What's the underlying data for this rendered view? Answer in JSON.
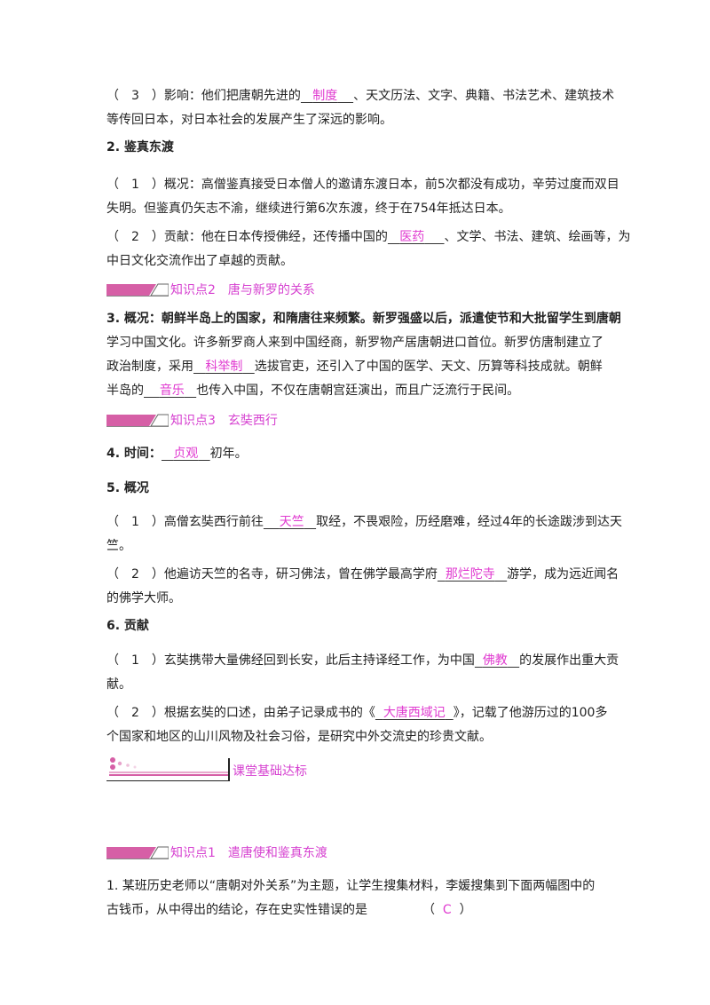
{
  "items": {
    "p1": {
      "pre": "（　3　）影响：他们把唐朝先进的",
      "ans": "制度",
      "post": "、天文历法、文字、典籍、书法艺术、建筑技术",
      "line2": "等传回日本，对日本社会的发展产生了深远的影响。"
    },
    "h2": "2. 鉴真东渡",
    "p2a": {
      "line1": "（　1　）概况：高僧鉴真接受日本僧人的邀请东渡日本，前5次都没有成功，辛劳过度而双目",
      "line2": "失明。但鉴真仍矢志不渝，继续进行第6次东渡，终于在754年抵达日本。"
    },
    "p2b": {
      "pre": "（　2　）贡献：他在日本传授佛经，还传播中国的",
      "ans": "医药",
      "post": "、文学、书法、建筑、绘画等，为",
      "line2": "中日文化交流作出了卓越的贡献。"
    },
    "kp2": {
      "num": "知识点2",
      "title": "唐与新罗的关系"
    },
    "p3": {
      "line1": "3. 概况：朝鲜半岛上的国家，和隋唐往来频繁。新罗强盛以后，派遣使节和大批留学生到唐朝",
      "line2": "学习中国文化。许多新罗商人来到中国经商，新罗物产居唐朝进口首位。新罗仿唐制建立了",
      "l3pre": "政治制度，采用",
      "ans1": "科举制",
      "l3post": "选拔官吏，还引入了中国的医学、天文、历算等科技成就。朝鲜",
      "l4pre": "半岛的",
      "ans2": "音乐",
      "l4post": "也传入中国，不仅在唐朝宫廷演出，而且广泛流行于民间。"
    },
    "kp3": {
      "num": "知识点3",
      "title": "玄奘西行"
    },
    "p4": {
      "pre": "4. 时间：",
      "ans": "贞观",
      "post": "初年。"
    },
    "h5": "5. 概况",
    "p5a": {
      "pre": "（　1　）高僧玄奘西行前往",
      "ans": "天竺",
      "post": "取经，不畏艰险，历经磨难，经过4年的长途跋涉到达天",
      "line2": "竺。"
    },
    "p5b": {
      "pre": "（　2　）他遍访天竺的名寺，研习佛法，曾在佛学最高学府",
      "ans": "那烂陀寺",
      "post": "游学，成为远近闻名",
      "line2": "的佛学大师。"
    },
    "h6": "6. 贡献",
    "p6a": {
      "pre": "（　1　）玄奘携带大量佛经回到长安，此后主持译经工作，为中国",
      "ans": "佛教",
      "post": "的发展作出重大贡",
      "line2": "献。"
    },
    "p6b": {
      "pre": "（　2　）根据玄奘的口述，由弟子记录成书的《",
      "ans": "大唐西域记",
      "post": "》，记载了他游历过的100多",
      "line2": "个国家和地区的山川风物及社会习俗，是研究中外交流史的珍贵文献。"
    },
    "section": "课堂基础达标",
    "kp1": {
      "num": "知识点1",
      "title": "遣唐使和鉴真东渡"
    },
    "q1": {
      "line1": "1. 某班历史老师以“唐朝对外关系”为主题，让学生搜集材料，李媛搜集到下面两幅图中的",
      "line2": "古钱币，从中得出的结论，存在史实性错误的是",
      "bracket_l": "（",
      "answer": "C",
      "bracket_r": "）"
    }
  },
  "colors": {
    "accent": "#d641d0",
    "answer": "#e03ad0",
    "bar": "#d65fa6"
  }
}
